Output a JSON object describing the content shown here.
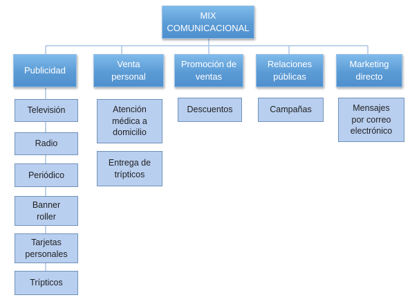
{
  "root": {
    "label_line1": "MIX",
    "label_line2": "COMUNICACIONAL"
  },
  "categories": [
    {
      "label_line1": "Publicidad",
      "label_line2": ""
    },
    {
      "label_line1": "Venta",
      "label_line2": "personal"
    },
    {
      "label_line1": "Promoción de",
      "label_line2": "ventas"
    },
    {
      "label_line1": "Relaciones",
      "label_line2": "públicas"
    },
    {
      "label_line1": "Marketing",
      "label_line2": "directo"
    }
  ],
  "publicidad_items": [
    {
      "line1": "Televisión",
      "line2": ""
    },
    {
      "line1": "Radio",
      "line2": ""
    },
    {
      "line1": "Periódico",
      "line2": ""
    },
    {
      "line1": "Banner",
      "line2": "roller"
    },
    {
      "line1": "Tarjetas",
      "line2": "personales"
    },
    {
      "line1": "Trípticos",
      "line2": ""
    }
  ],
  "venta_personal_items": [
    {
      "line1": "Atención",
      "line2": "médica a",
      "line3": "domicilio"
    },
    {
      "line1": "Entrega de",
      "line2": "trípticos",
      "line3": ""
    }
  ],
  "promocion_items": [
    {
      "line1": "Descuentos"
    }
  ],
  "relaciones_items": [
    {
      "line1": "Campañas"
    }
  ],
  "marketing_items": [
    {
      "line1": "Mensajes",
      "line2": "por correo",
      "line3": "electrónico"
    }
  ]
}
